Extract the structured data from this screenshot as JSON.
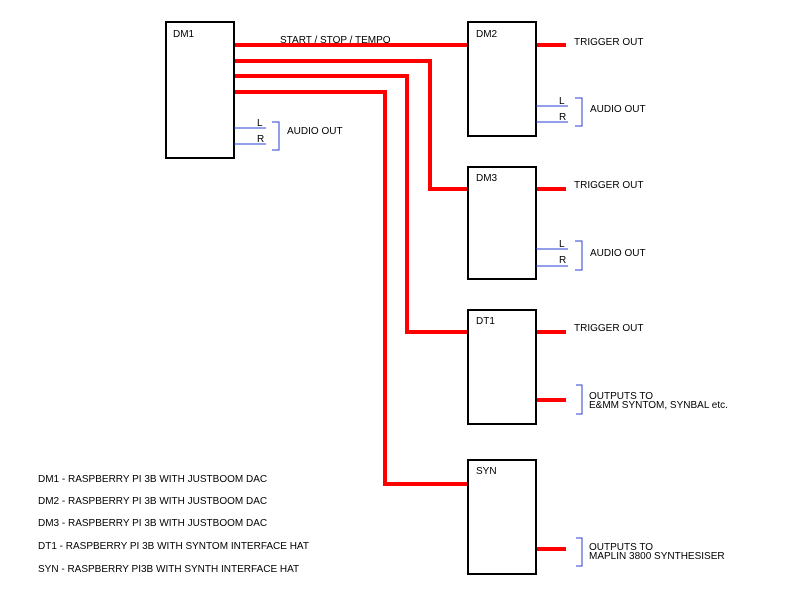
{
  "colors": {
    "signal": "#ff0000",
    "audio_bracket": "#2a3fd6",
    "box_border": "#000000"
  },
  "boxes": {
    "dm1": "DM1",
    "dm2": "DM2",
    "dm3": "DM3",
    "dt1": "DT1",
    "syn": "SYN"
  },
  "bus_label": "START / STOP / TEMPO",
  "dm1_out": {
    "left": "L",
    "right": "R",
    "label": "AUDIO OUT"
  },
  "dm2_out": {
    "trigger": "TRIGGER OUT",
    "left": "L",
    "right": "R",
    "audio": "AUDIO OUT"
  },
  "dm3_out": {
    "trigger": "TRIGGER OUT",
    "left": "L",
    "right": "R",
    "audio": "AUDIO OUT"
  },
  "dt1_out": {
    "trigger": "TRIGGER OUT",
    "outputs_line1": "OUTPUTS TO",
    "outputs_line2": "E&MM SYNTOM, SYNBAL etc."
  },
  "syn_out": {
    "outputs_line1": "OUTPUTS TO",
    "outputs_line2": "MAPLIN 3800 SYNTHESISER"
  },
  "legend": [
    "DM1 - RASPBERRY PI 3B WITH JUSTBOOM DAC",
    "DM2 - RASPBERRY PI 3B WITH JUSTBOOM DAC",
    "DM3 - RASPBERRY PI 3B WITH JUSTBOOM DAC",
    "DT1 - RASPBERRY PI 3B WITH SYNTOM INTERFACE HAT",
    "SYN - RASPBERRY PI3B  WITH SYNTH INTERFACE HAT"
  ]
}
